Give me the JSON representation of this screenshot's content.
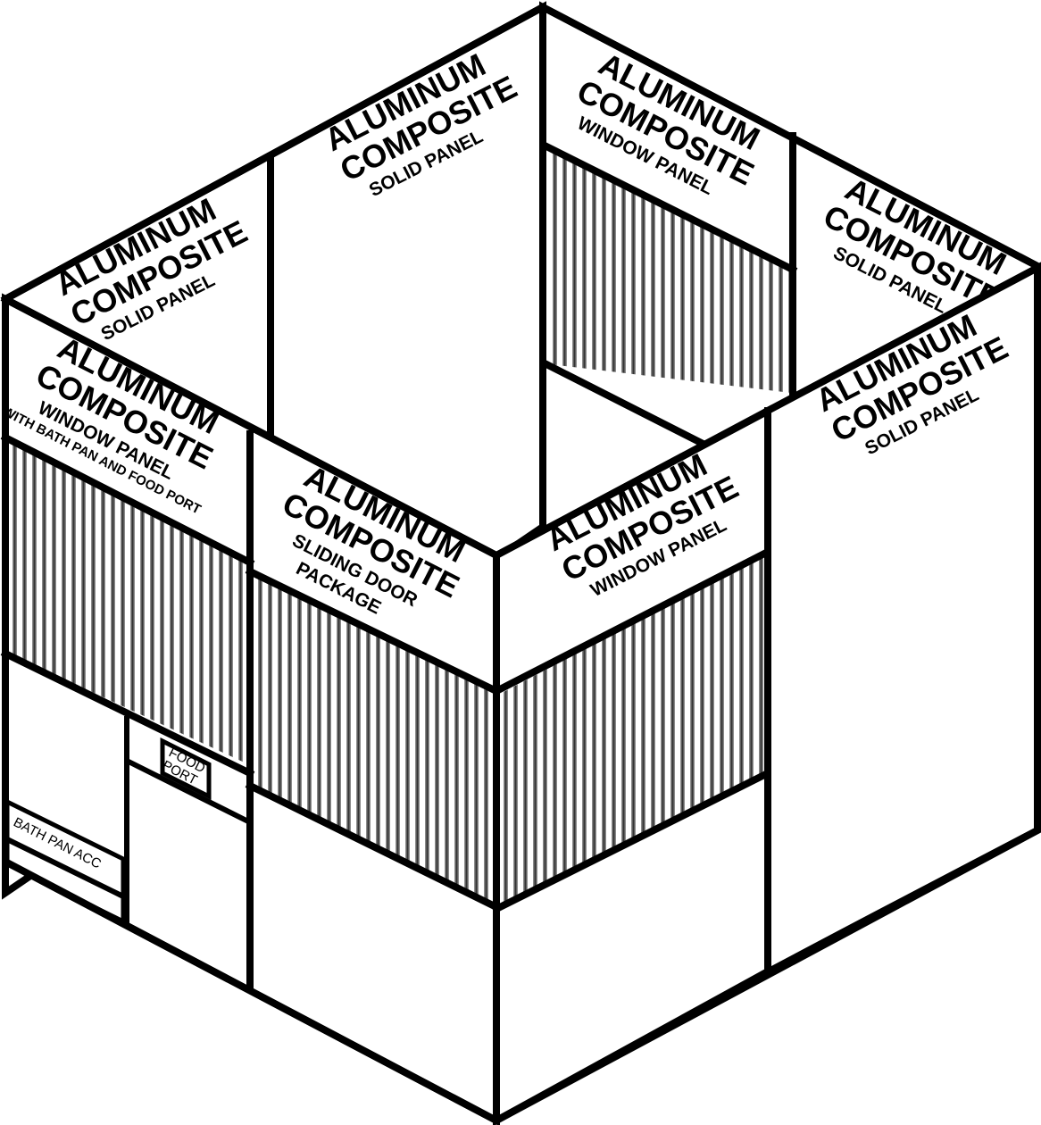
{
  "panels": {
    "back_left_solid": {
      "title_1": "ALUMINUM",
      "title_2": "COMPOSITE",
      "subtitle": "SOLID PANEL"
    },
    "back_center_solid": {
      "title_1": "ALUMINUM",
      "title_2": "COMPOSITE",
      "subtitle": "SOLID PANEL"
    },
    "back_right_window": {
      "title_1": "ALUMINUM",
      "title_2": "COMPOSITE",
      "subtitle": "WINDOW PANEL"
    },
    "right_back_solid": {
      "title_1": "ALUMINUM",
      "title_2": "COMPOSITE",
      "subtitle": "SOLID PANEL"
    },
    "front_left_window_bath": {
      "title_1": "ALUMINUM",
      "title_2": "COMPOSITE",
      "subtitle": "WINDOW PANEL",
      "subtitle_2": "WITH BATH PAN AND FOOD PORT"
    },
    "front_center_sliding_door": {
      "title_1": "ALUMINUM",
      "title_2": "COMPOSITE",
      "subtitle": "SLIDING DOOR",
      "subtitle_2": "PACKAGE"
    },
    "front_right_window": {
      "title_1": "ALUMINUM",
      "title_2": "COMPOSITE",
      "subtitle": "WINDOW PANEL"
    },
    "right_front_solid": {
      "title_1": "ALUMINUM",
      "title_2": "COMPOSITE",
      "subtitle": "SOLID PANEL"
    }
  },
  "accessories": {
    "food_port_line_1": "FOOD",
    "food_port_line_2": "PORT",
    "bath_pan": "BATH PAN ACC"
  }
}
